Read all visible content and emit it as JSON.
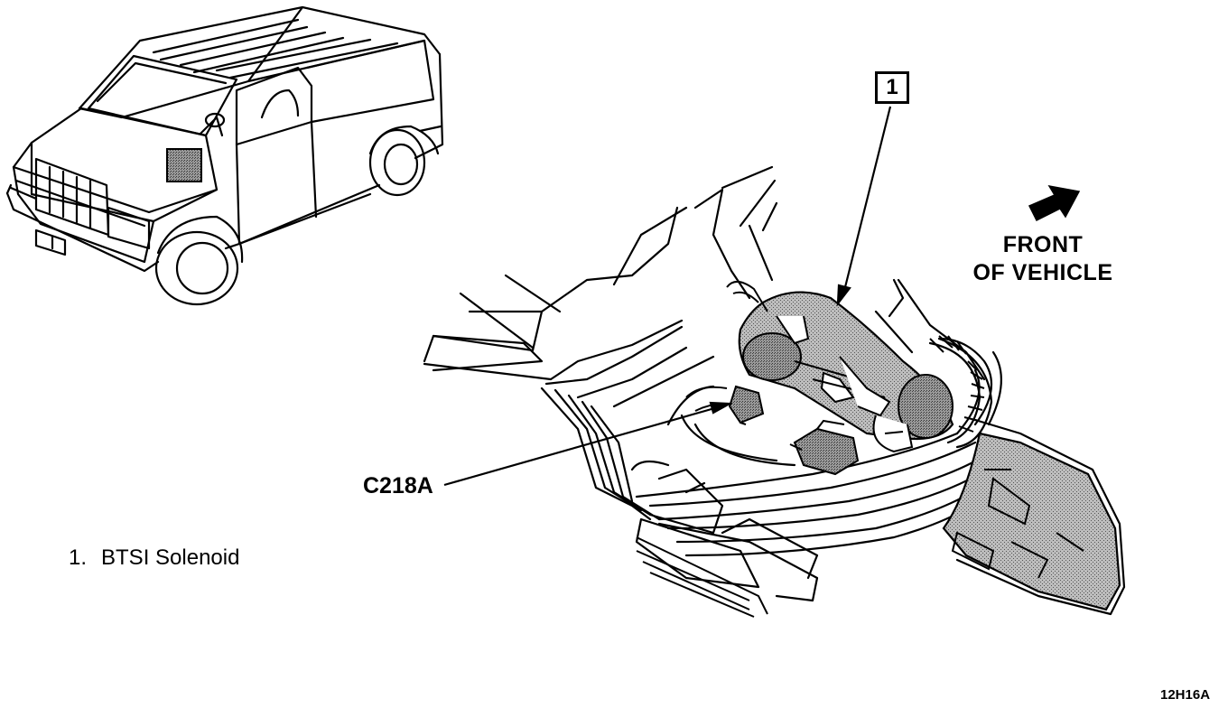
{
  "callout": {
    "number": "1"
  },
  "front_label": {
    "line1": "FRONT",
    "line2": "OF VEHICLE"
  },
  "connector_label": "C218A",
  "legend": [
    {
      "number": "1.",
      "text": "BTSI Solenoid"
    }
  ],
  "figure_code": "12H16A",
  "colors": {
    "line": "#000000",
    "shade": "#8c8c8c",
    "shade_light": "#b5b5b5",
    "background": "#ffffff"
  }
}
